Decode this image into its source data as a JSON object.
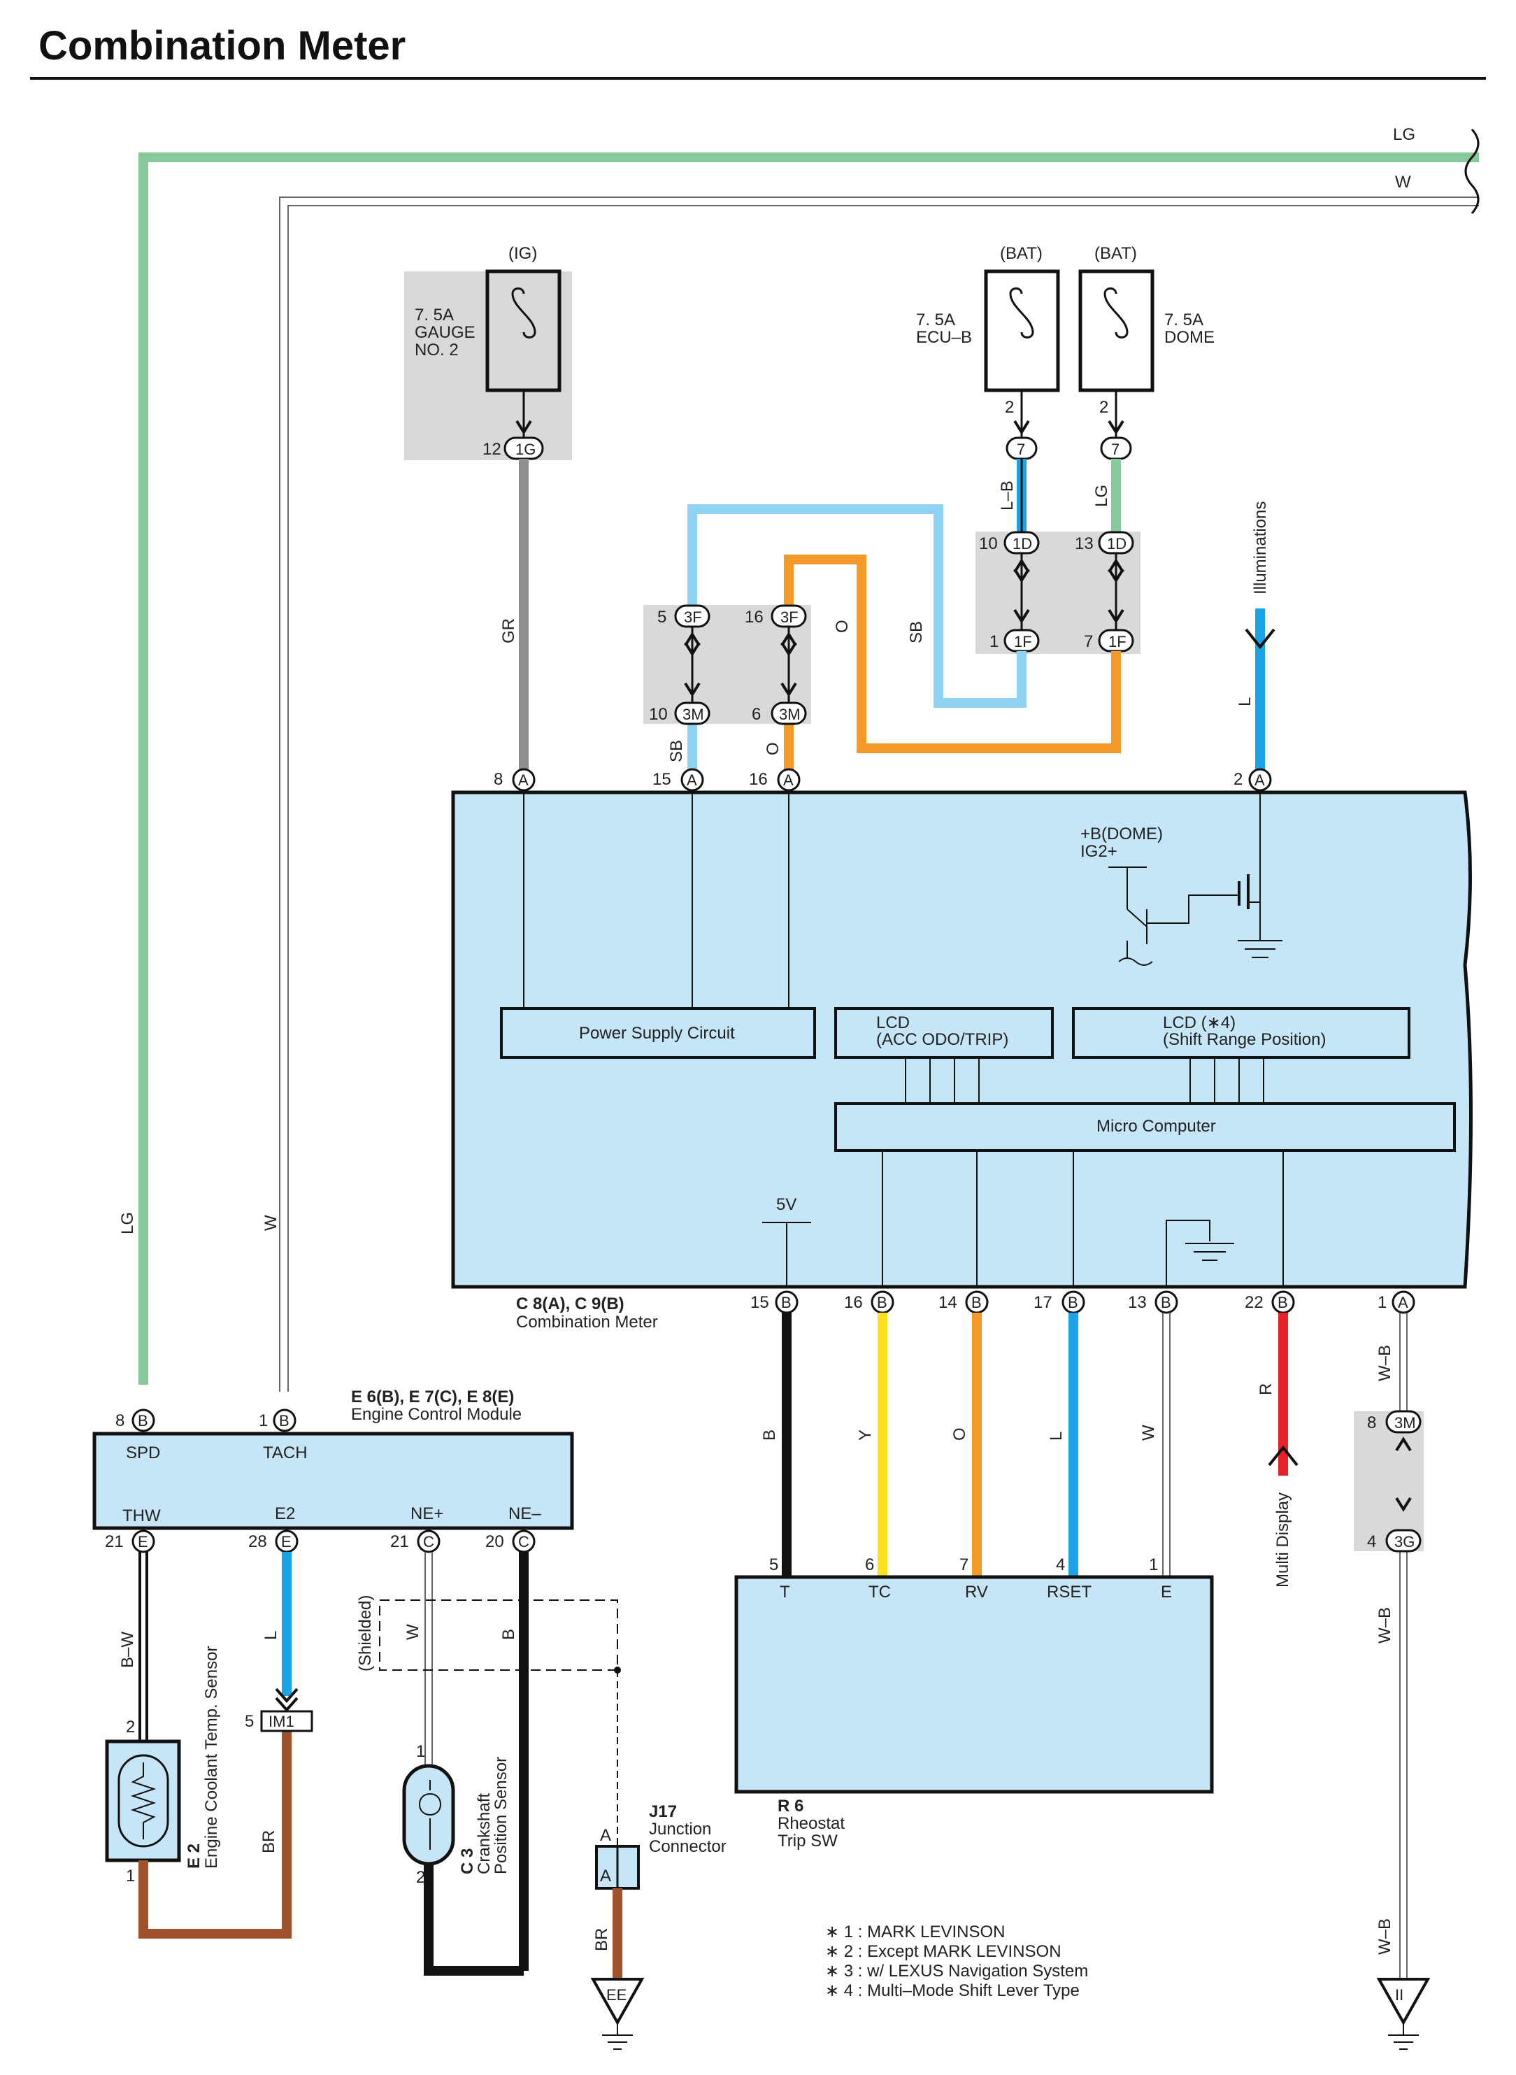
{
  "page": {
    "title": "Combination Meter"
  },
  "wires_top": {
    "lg": "LG",
    "w": "W"
  },
  "fuses": {
    "gauge": {
      "source": "(IG)",
      "rating": "7. 5A",
      "name1": "GAUGE",
      "name2": "NO. 2",
      "pin": "12",
      "conn": "1G"
    },
    "ecu_b": {
      "source": "(BAT)",
      "rating": "7. 5A",
      "name": "ECU–B",
      "pin_top": "2",
      "conn": "7"
    },
    "dome": {
      "source": "(BAT)",
      "rating": "7. 5A",
      "name": "DOME",
      "pin_top": "2",
      "conn": "7"
    }
  },
  "junctions": {
    "j1d_left": {
      "pin": "10",
      "conn": "1D"
    },
    "j1d_right": {
      "pin": "13",
      "conn": "1D"
    },
    "j1f_left": {
      "pin": "1",
      "conn": "1F"
    },
    "j1f_right": {
      "pin": "7",
      "conn": "1F"
    },
    "j3f_left": {
      "pin": "5",
      "conn": "3F"
    },
    "j3f_right": {
      "pin": "16",
      "conn": "3F"
    },
    "j3m_left": {
      "pin": "10",
      "conn": "3M"
    },
    "j3m_right": {
      "pin": "6",
      "conn": "3M"
    },
    "j3m_side": {
      "pin": "8",
      "conn": "3M"
    },
    "j3g_side": {
      "pin": "4",
      "conn": "3G"
    }
  },
  "wire_colors": {
    "gr": "GR",
    "lb": "L–B",
    "lg": "LG",
    "sb": "SB",
    "o": "O",
    "l": "L",
    "b": "B",
    "y": "Y",
    "w": "W",
    "r": "R",
    "wb": "W–B",
    "bw": "B–W",
    "br": "BR"
  },
  "meter": {
    "top_pins": [
      {
        "pin": "8",
        "conn": "A"
      },
      {
        "pin": "15",
        "conn": "A"
      },
      {
        "pin": "16",
        "conn": "A"
      },
      {
        "pin": "2",
        "conn": "A"
      }
    ],
    "bottom_pins": [
      {
        "pin": "15",
        "conn": "B"
      },
      {
        "pin": "16",
        "conn": "B"
      },
      {
        "pin": "14",
        "conn": "B"
      },
      {
        "pin": "17",
        "conn": "B"
      },
      {
        "pin": "13",
        "conn": "B"
      },
      {
        "pin": "22",
        "conn": "B"
      },
      {
        "pin": "1",
        "conn": "A"
      }
    ],
    "id": "C 8(A), C 9(B)",
    "name": "Combination Meter",
    "power_supply": "Power Supply Circuit",
    "lcd1_a": "LCD",
    "lcd1_b": "(ACC ODO/TRIP)",
    "lcd2_a": "LCD (∗4)",
    "lcd2_b": "(Shift Range Position)",
    "micro": "Micro Computer",
    "bdome": "+B(DOME)",
    "ig2": "IG2+",
    "v5": "5V"
  },
  "illuminations": "Illuminations",
  "multi_display": "Multi Display",
  "ecm": {
    "id": "E 6(B), E 7(C), E 8(E)",
    "name": "Engine Control Module",
    "spd": "SPD",
    "tach": "TACH",
    "thw": "THW",
    "e2": "E2",
    "nep": "NE+",
    "nen": "NE–",
    "pins_top": [
      {
        "pin": "8",
        "conn": "B"
      },
      {
        "pin": "1",
        "conn": "B"
      }
    ],
    "pins_bottom": [
      {
        "pin": "21",
        "conn": "E"
      },
      {
        "pin": "28",
        "conn": "E"
      },
      {
        "pin": "21",
        "conn": "C"
      },
      {
        "pin": "20",
        "conn": "C"
      }
    ]
  },
  "sensor_e2": {
    "id": "E 2",
    "name": "Engine Coolant Temp.  Sensor",
    "pin_top": "2",
    "pin_bottom": "1"
  },
  "sensor_c3": {
    "id": "C 3",
    "name1": "Crankshaft",
    "name2": "Position Sensor",
    "pin_top": "1",
    "pin_bottom": "2"
  },
  "im1": {
    "pin": "5",
    "conn": "IM1"
  },
  "shielded": "(Shielded)",
  "j17": {
    "id": "J17",
    "name1": "Junction",
    "name2": "Connector",
    "pin_a": "A",
    "pin_a2": "A"
  },
  "rheostat": {
    "id": "R 6",
    "name1": "Rheostat",
    "name2": "Trip SW",
    "terminals": [
      {
        "pin": "5",
        "name": "T"
      },
      {
        "pin": "6",
        "name": "TC"
      },
      {
        "pin": "7",
        "name": "RV"
      },
      {
        "pin": "4",
        "name": "RSET"
      },
      {
        "pin": "1",
        "name": "E"
      }
    ]
  },
  "grounds": {
    "ee": "EE",
    "ii": "II"
  },
  "notes": [
    "∗ 1 : MARK LEVINSON",
    "∗ 2 : Except MARK LEVINSON",
    "∗ 3 : w/ LEXUS Navigation System",
    "∗ 4 : Multi–Mode Shift Lever Type"
  ],
  "colors": {
    "lg": "#87c99a",
    "gray": "#8f8f8f",
    "lightblue": "#8fd3f4",
    "orange": "#f39a2b",
    "blue": "#1aa3e8",
    "yellow": "#ffe01a",
    "red": "#e8202a",
    "brown": "#a0522d",
    "black": "#111111",
    "box": "#c6e6f7"
  }
}
